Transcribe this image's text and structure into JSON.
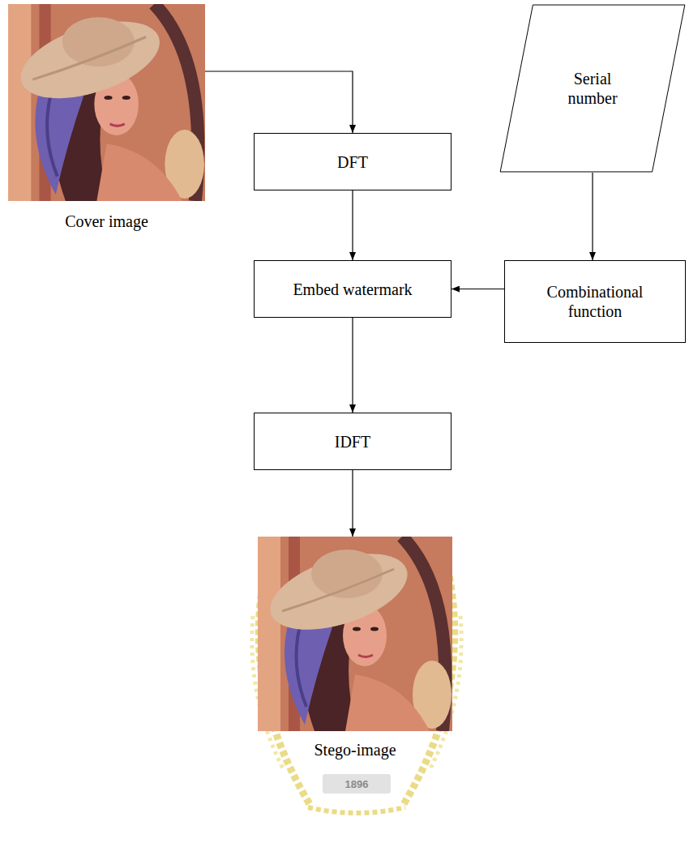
{
  "diagram": {
    "nodes": [
      {
        "text": [
          "Cover image"
        ]
      },
      {
        "text": [
          "DFT"
        ]
      },
      {
        "text": [
          "Serial number"
        ]
      },
      {
        "text": [
          "Embed watermark"
        ]
      },
      {
        "text": [
          "Combinational function"
        ]
      },
      {
        "text": [
          "IDFT"
        ]
      },
      {
        "text": [
          "Stego-image"
        ]
      }
    ],
    "edges": [
      {
        "from": 0,
        "to": 1,
        "arrow": "to"
      },
      {
        "from": 1,
        "to": 3,
        "arrow": "to"
      },
      {
        "from": 2,
        "to": 4,
        "arrow": "to"
      },
      {
        "from": 4,
        "to": 3,
        "arrow": "to"
      },
      {
        "from": 3,
        "to": 5,
        "arrow": "to"
      },
      {
        "from": 5,
        "to": 6,
        "arrow": "to"
      }
    ],
    "labels": [
      "1896"
    ]
  }
}
